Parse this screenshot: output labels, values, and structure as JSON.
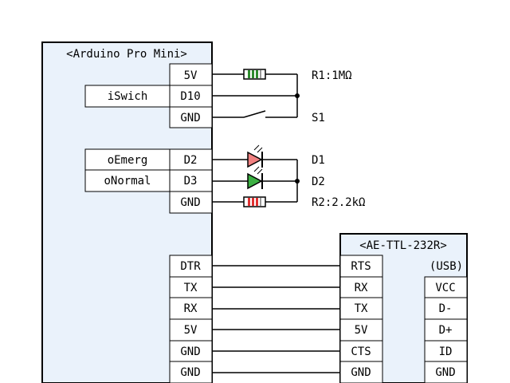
{
  "arduino": {
    "title": "<Arduino Pro Mini>",
    "pins": [
      "5V",
      "D10",
      "GND",
      "D2",
      "D3",
      "GND",
      "DTR",
      "TX",
      "RX",
      "5V",
      "GND",
      "GND"
    ],
    "signals": {
      "d10": "iSwich",
      "d2": "oEmerg",
      "d3": "oNormal"
    }
  },
  "components": {
    "r1": "R1:1MΩ",
    "s1": "S1",
    "d1": "D1",
    "d2": "D2",
    "r2": "R2:2.2kΩ"
  },
  "usb_serial": {
    "title": "<AE-TTL-232R>",
    "pins": [
      "RTS",
      "RX",
      "TX",
      "5V",
      "CTS",
      "GND"
    ],
    "usb_label": "(USB)",
    "usb_pins": [
      "VCC",
      "D-",
      "D+",
      "ID",
      "GND"
    ]
  },
  "colors": {
    "board_fill": "#eaf2fb",
    "led_red": "#f08080",
    "led_green": "#3cb043",
    "resistor_band_red": "#e03030",
    "resistor_band_green": "#2e8b2e"
  }
}
